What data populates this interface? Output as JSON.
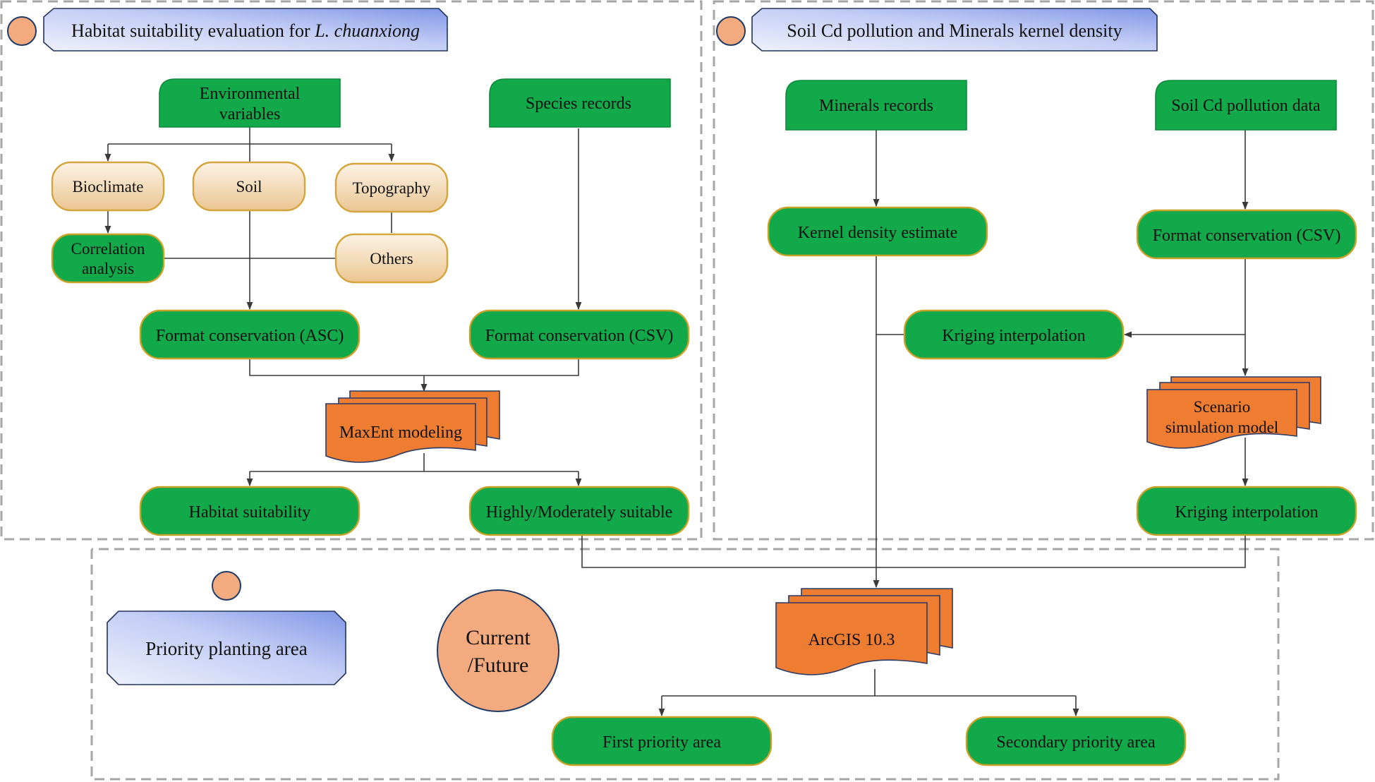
{
  "sections": {
    "habitat": {
      "title_prefix": "Habitat suitability evaluation for ",
      "title_italic": "L. chuanxiong"
    },
    "soil": {
      "title": "Soil Cd pollution and Minerals kernel density"
    },
    "priority": {
      "title": "Priority planting area"
    }
  },
  "nodes": {
    "environmental_variables": [
      "Environmental",
      "variables"
    ],
    "species_records": "Species records",
    "bioclimate": "Bioclimate",
    "soil": "Soil",
    "topography": "Topography",
    "correlation_analysis": [
      "Correlation",
      "analysis"
    ],
    "others": "Others",
    "format_asc": "Format conservation (ASC)",
    "format_csv_left": "Format conservation (CSV)",
    "maxent": "MaxEnt modeling",
    "habitat_suitability": "Habitat suitability",
    "highly_moderately": "Highly/Moderately suitable",
    "minerals_records": "Minerals records",
    "soil_cd_data": "Soil Cd pollution data",
    "kernel_density": "Kernel density estimate",
    "format_csv_right": "Format conservation (CSV)",
    "kriging_top": "Kriging interpolation",
    "scenario_model": [
      "Scenario",
      "simulation model"
    ],
    "kriging_bottom": "Kriging interpolation",
    "arcgis": "ArcGIS 10.3",
    "current_future": [
      "Current",
      "/Future"
    ],
    "first_priority": "First priority area",
    "secondary_priority": "Secondary priority area"
  },
  "colors": {
    "green": "#11a94a",
    "orange": "#ee7d31",
    "peach": "#f4aa7f",
    "banner_light": "#e9ecfb",
    "banner_dark": "#8ea2ea",
    "beige_light": "#fbf0e0",
    "beige_dark": "#ecc594"
  }
}
